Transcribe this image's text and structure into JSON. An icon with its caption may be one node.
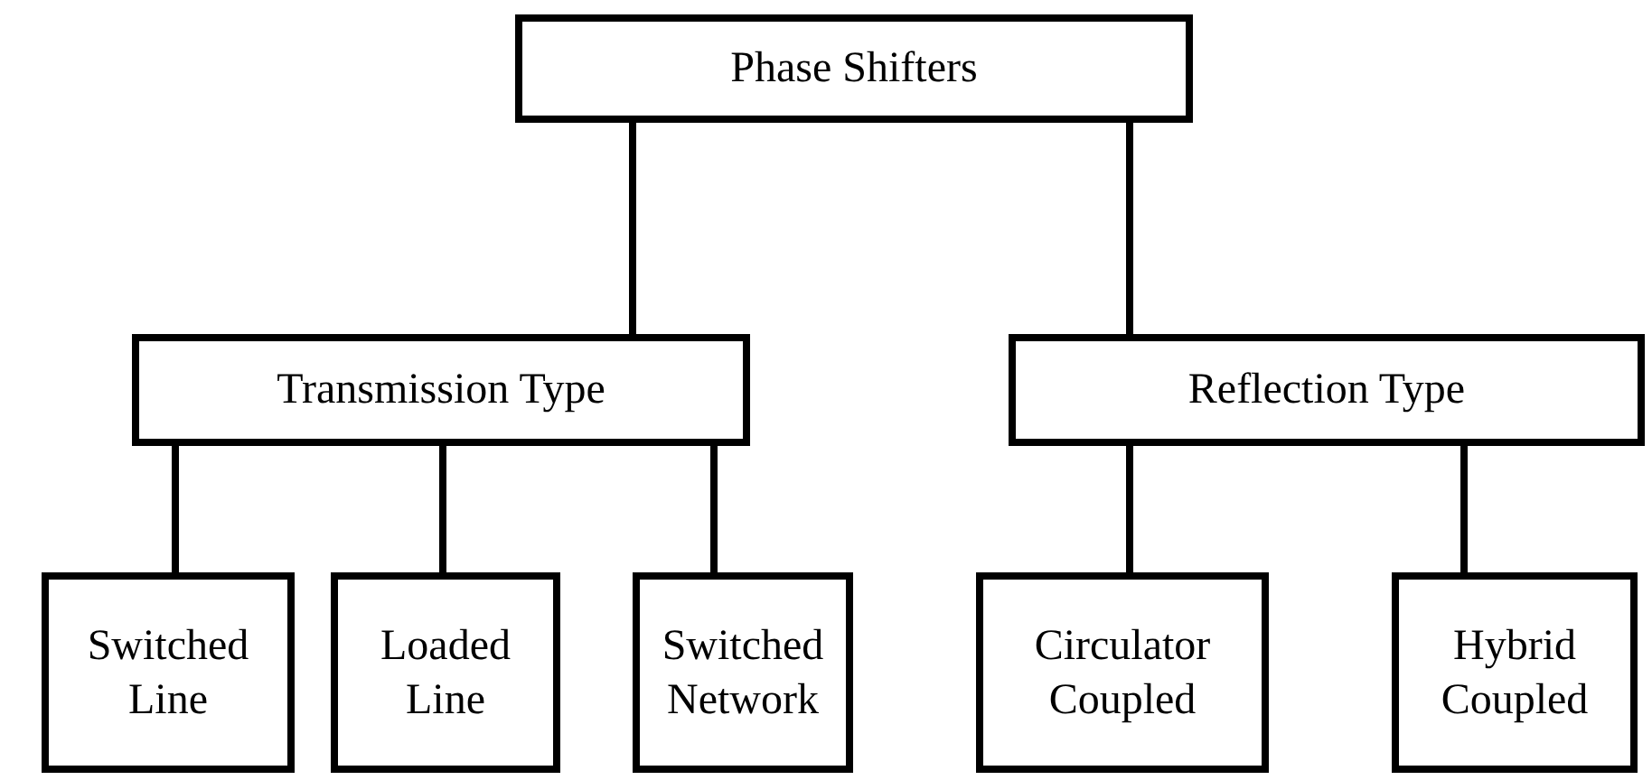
{
  "diagram": {
    "nodes": [
      {
        "text": [
          "Phase Shifters"
        ]
      },
      {
        "text": [
          "Transmission Type"
        ]
      },
      {
        "text": [
          "Reflection Type"
        ]
      },
      {
        "text": [
          "Switched Line"
        ]
      },
      {
        "text": [
          "Loaded Line"
        ]
      },
      {
        "text": [
          "Switched Network"
        ]
      },
      {
        "text": [
          "Circulator Coupled"
        ]
      },
      {
        "text": [
          "Hybrid Coupled"
        ]
      }
    ],
    "edges": [
      {
        "from": 0,
        "to": 1,
        "arrow": "none"
      },
      {
        "from": 0,
        "to": 2,
        "arrow": "none"
      },
      {
        "from": 1,
        "to": 3,
        "arrow": "none"
      },
      {
        "from": 1,
        "to": 4,
        "arrow": "none"
      },
      {
        "from": 1,
        "to": 5,
        "arrow": "none"
      },
      {
        "from": 2,
        "to": 6,
        "arrow": "none"
      },
      {
        "from": 2,
        "to": 7,
        "arrow": "none"
      }
    ]
  }
}
